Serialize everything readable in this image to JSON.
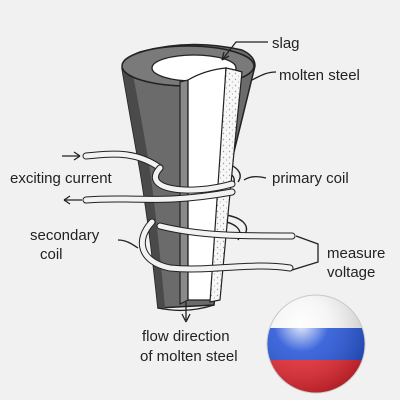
{
  "labels": {
    "slag": "slag",
    "molten_steel": "molten steel",
    "exciting_current": "exciting current",
    "primary_coil": "primary coil",
    "secondary_coil_line1": "secondary",
    "secondary_coil_line2": "coil",
    "measure_voltage_line1": "measure",
    "measure_voltage_line2": "voltage",
    "flow_direction_line1": "flow direction",
    "flow_direction_line2": "of molten steel"
  },
  "colors": {
    "background": "#f1f1f1",
    "nozzle_outer": "#6b6b6b",
    "nozzle_dark": "#4a4a4a",
    "stream_inner": "#ffffff",
    "coil_fill": "#eaeaea",
    "outline": "#222222",
    "flag_white": "#f4f4f4",
    "flag_blue": "#1f4fd6",
    "flag_red": "#e3202a"
  },
  "icons": {
    "flag": "russia-flag-ball-icon"
  }
}
